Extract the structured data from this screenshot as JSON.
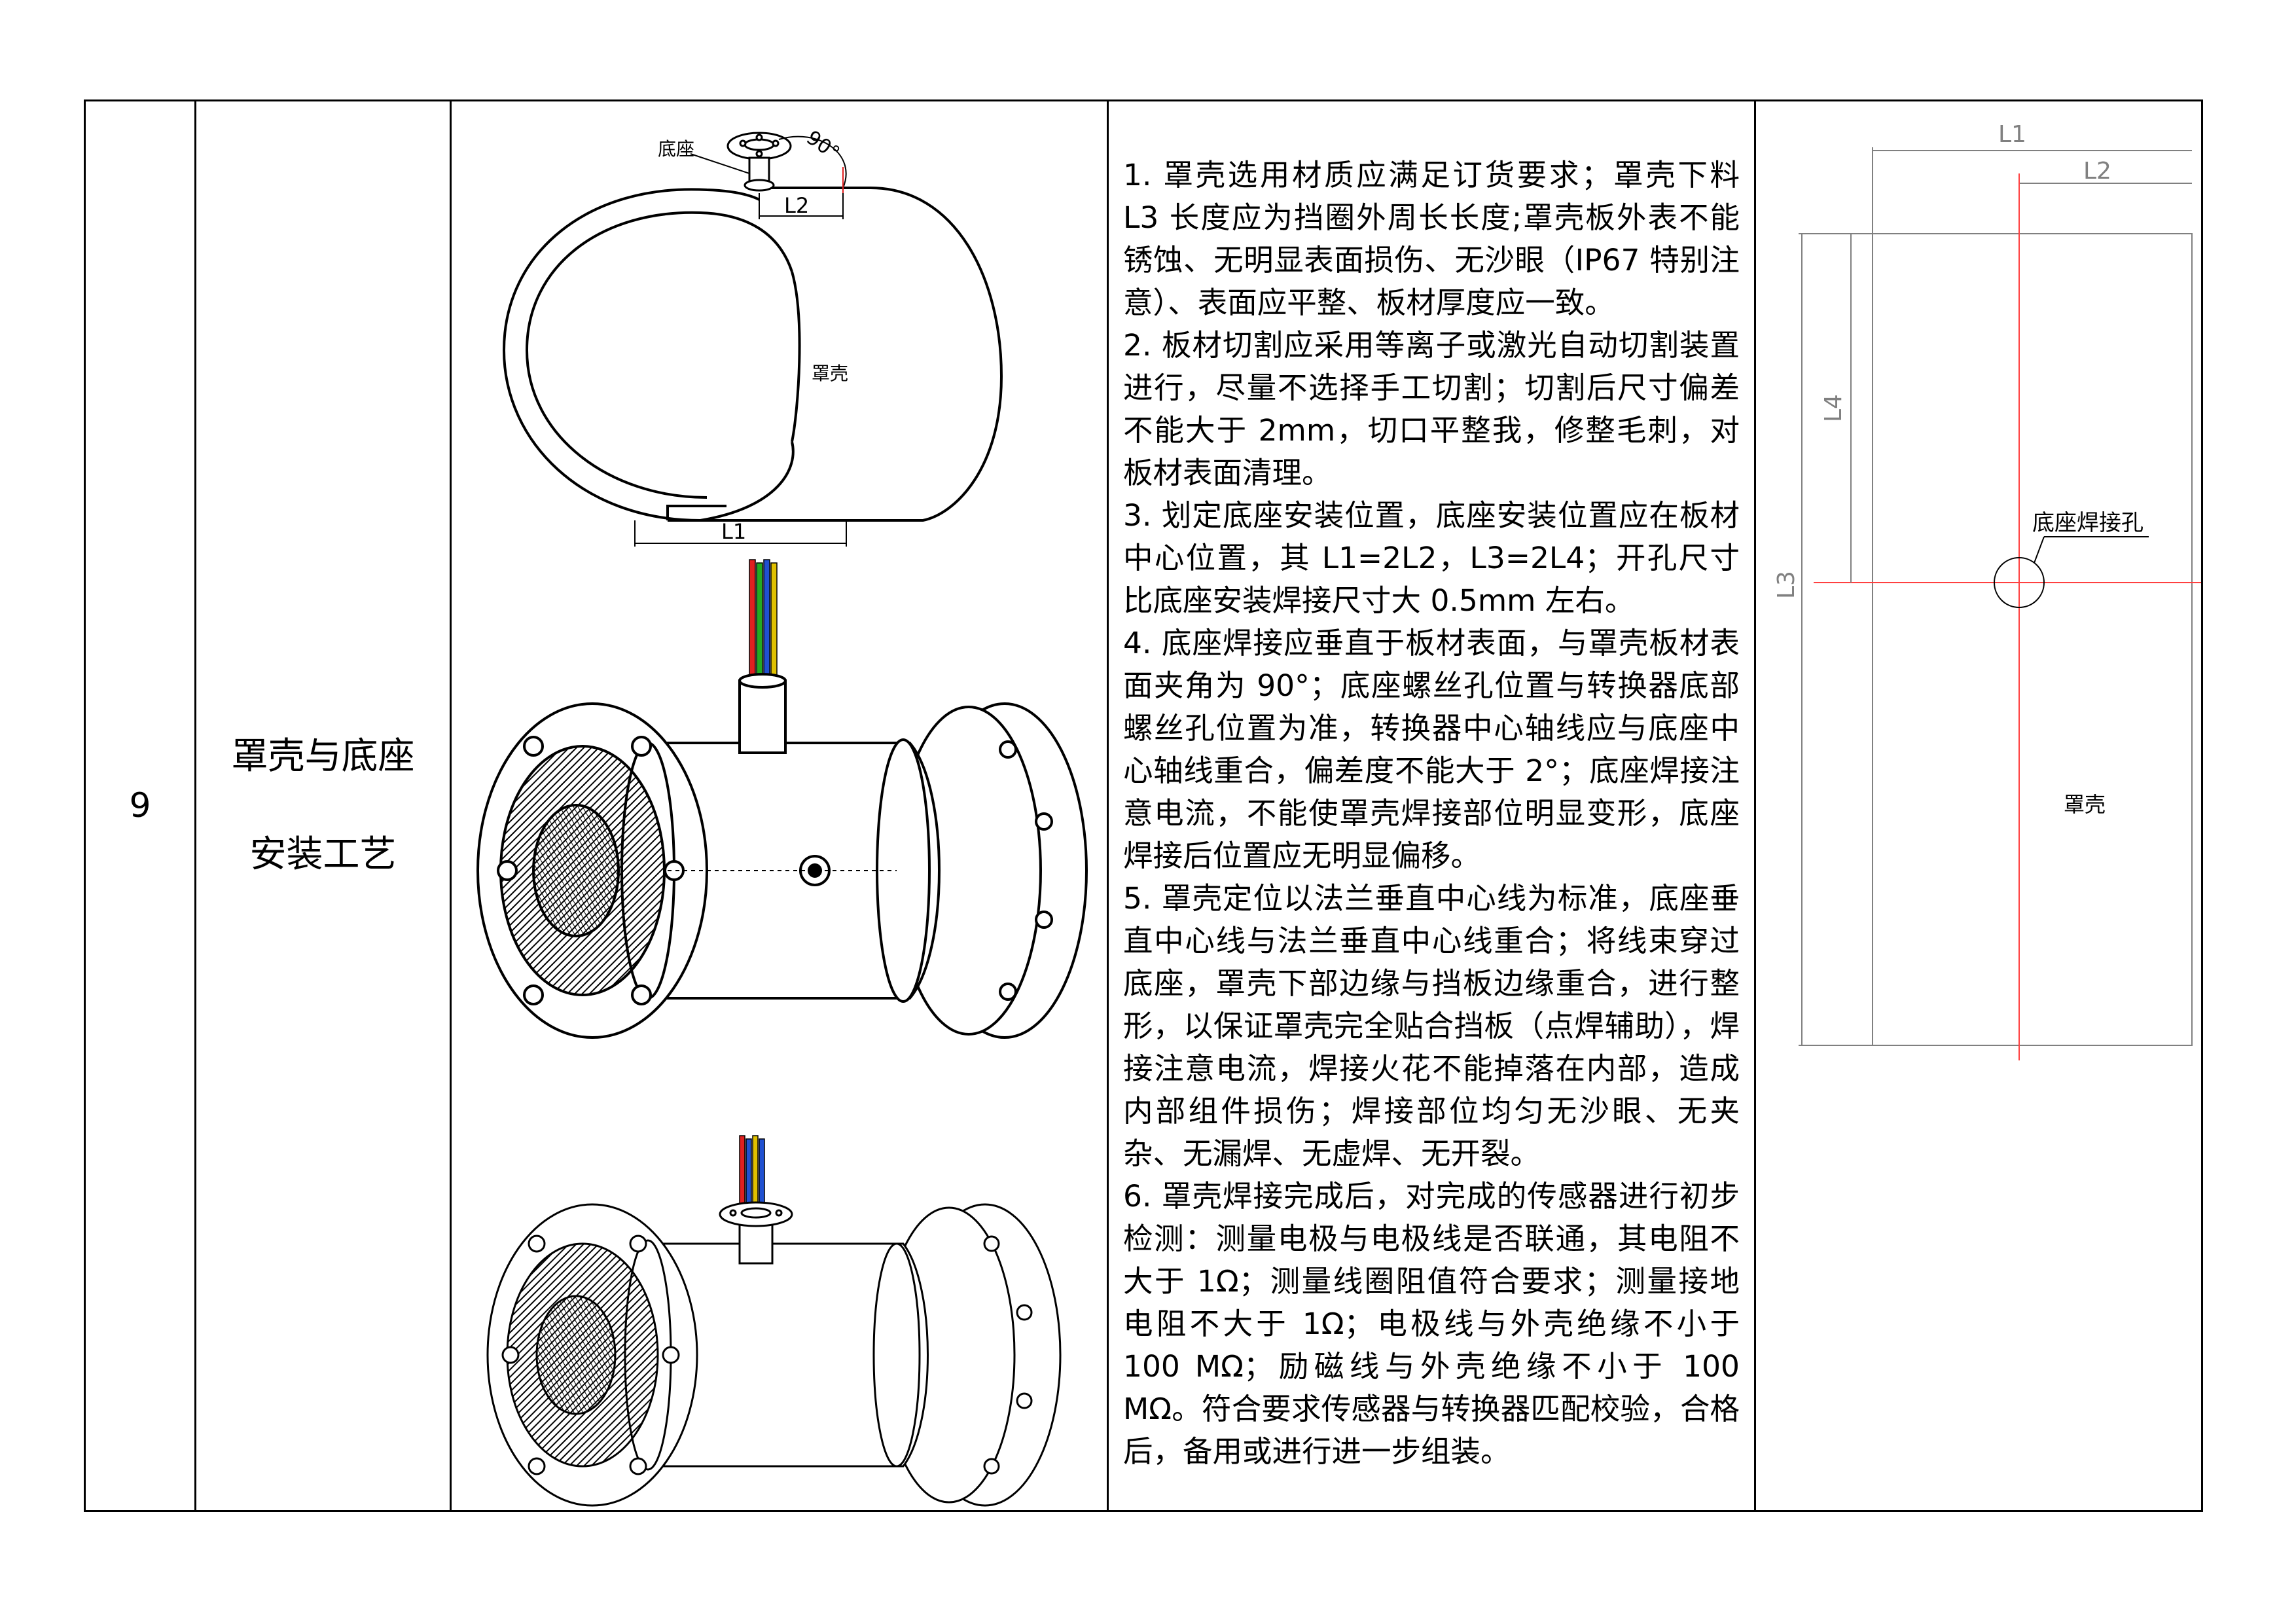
{
  "row": {
    "index": "9",
    "title_line1": "罩壳与底座",
    "title_line2": "安装工艺"
  },
  "diagram_labels": {
    "base": "底座",
    "angle": "90°",
    "l2": "L2",
    "l1": "L1",
    "shell": "罩壳"
  },
  "steps": [
    "1. 罩壳选用材质应满足订货要求；罩壳下料 L3 长度应为挡圈外周长长度;罩壳板外表不能锈蚀、无明显表面损伤、无沙眼（IP67 特别注意）、表面应平整、板材厚度应一致。",
    "2. 板材切割应采用等离子或激光自动切割装置进行，尽量不选择手工切割；切割后尺寸偏差不能大于 2mm，切口平整我，修整毛刺，对板材表面清理。",
    "3. 划定底座安装位置，底座安装位置应在板材中心位置，其 L1=2L2，L3=2L4；开孔尺寸比底座安装焊接尺寸大 0.5mm 左右。",
    "4. 底座焊接应垂直于板材表面，与罩壳板材表面夹角为 90°；底座螺丝孔位置与转换器底部螺丝孔位置为准，转换器中心轴线应与底座中心轴线重合，偏差度不能大于 2°；底座焊接注意电流，不能使罩壳焊接部位明显变形，底座焊接后位置应无明显偏移。",
    "5. 罩壳定位以法兰垂直中心线为标准，底座垂直中心线与法兰垂直中心线重合；将线束穿过底座，罩壳下部边缘与挡板边缘重合，进行整形，以保证罩壳完全贴合挡板（点焊辅助），焊接注意电流，焊接火花不能掉落在内部，造成内部组件损伤；焊接部位均匀无沙眼、无夹杂、无漏焊、无虚焊、无开裂。",
    "6. 罩壳焊接完成后，对完成的传感器进行初步检测：测量电极与电极线是否联通，其电阻不大于 1Ω；测量线圈阻值符合要求；测量接地电阻不大于 1Ω；电极线与外壳绝缘不小于 100 MΩ；励磁线与外壳绝缘不小于 100 MΩ。符合要求传感器与转换器匹配校验，合格后，备用或进行进一步组装。"
  ],
  "sketch_labels": {
    "l1": "L1",
    "l2": "L2",
    "l4": "L4",
    "l3": "L3",
    "hole": "底座焊接孔",
    "shell": "罩壳"
  },
  "colors": {
    "wire_red": "#e02020",
    "wire_green": "#22aa22",
    "wire_blue": "#2050d0",
    "wire_yellow": "#e0c000",
    "center_line": "#ff4040",
    "dim_line": "#808080"
  }
}
